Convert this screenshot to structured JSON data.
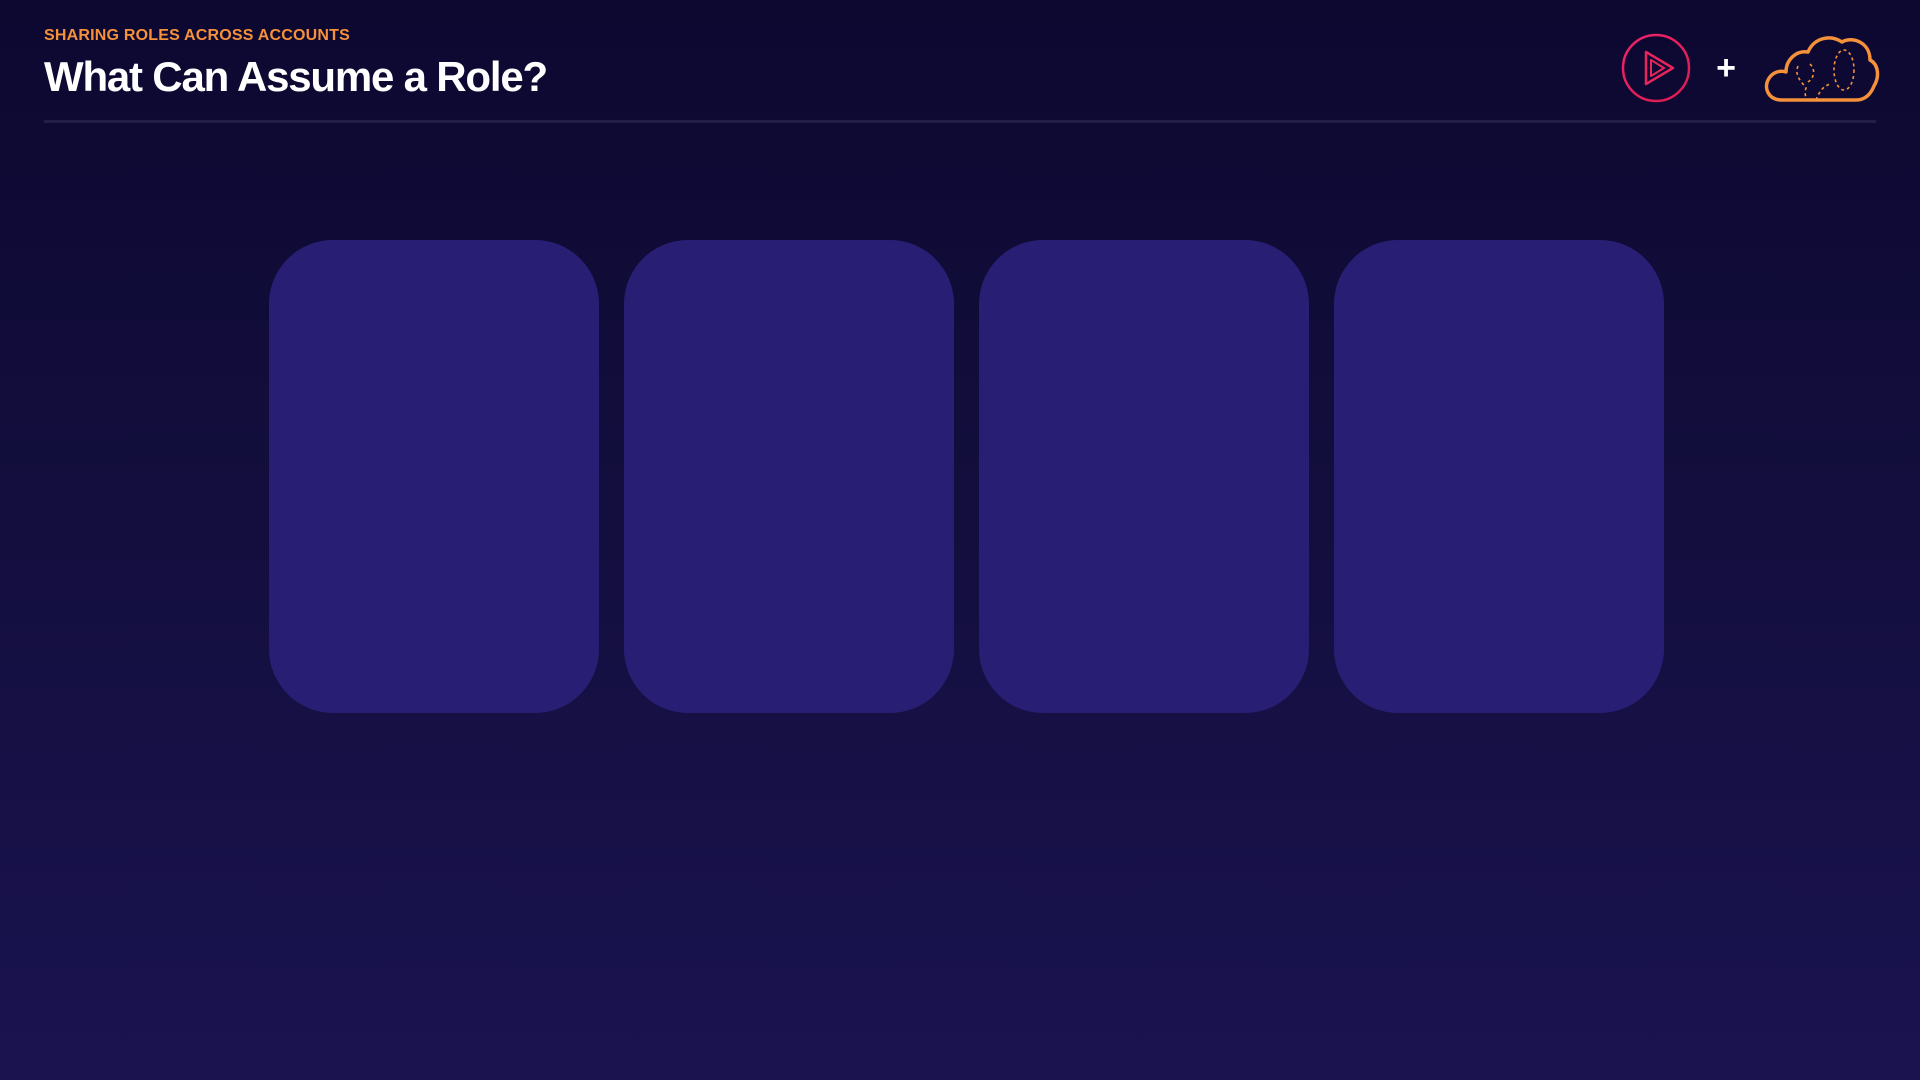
{
  "header": {
    "subtitle": "SHARING ROLES ACROSS ACCOUNTS",
    "title": "What Can Assume a Role?"
  },
  "logos": {
    "play_icon": "pluralsight-play-icon",
    "plus": "+",
    "cloud_icon": "cloud-icon"
  },
  "cards": [
    {
      "name": "card-1"
    },
    {
      "name": "card-2"
    },
    {
      "name": "card-3"
    },
    {
      "name": "card-4"
    }
  ],
  "colors": {
    "background_top": "#0c0830",
    "background_bottom": "#1a1350",
    "accent_orange": "#f5913a",
    "accent_pink": "#e0245e",
    "card": "#281f74"
  }
}
